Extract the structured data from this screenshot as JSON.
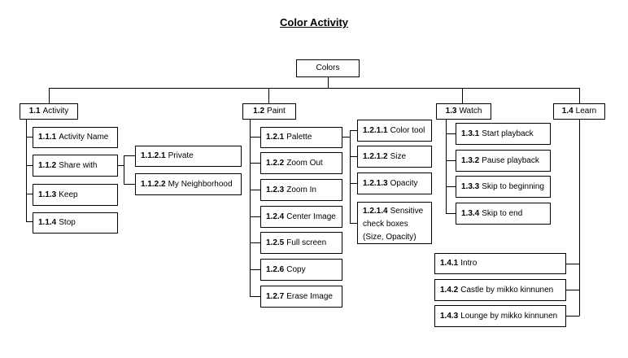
{
  "title": "Color Activity",
  "root": "Colors",
  "branches": [
    {
      "num": "1.1",
      "label": "Activity",
      "children": [
        {
          "num": "1.1.1",
          "label": "Activity Name"
        },
        {
          "num": "1.1.2",
          "label": "Share with",
          "children": [
            {
              "num": "1.1.2.1",
              "label": "Private"
            },
            {
              "num": "1.1.2.2",
              "label": "My Neighborhood"
            }
          ]
        },
        {
          "num": "1.1.3",
          "label": "Keep"
        },
        {
          "num": "1.1.4",
          "label": "Stop"
        }
      ]
    },
    {
      "num": "1.2",
      "label": "Paint",
      "children": [
        {
          "num": "1.2.1",
          "label": "Palette",
          "children": [
            {
              "num": "1.2.1.1",
              "label": "Color tool"
            },
            {
              "num": "1.2.1.2",
              "label": "Size"
            },
            {
              "num": "1.2.1.3",
              "label": "Opacity"
            },
            {
              "num": "1.2.1.4",
              "label": "Sensitive check boxes (Size, Opacity)"
            }
          ]
        },
        {
          "num": "1.2.2",
          "label": "Zoom Out"
        },
        {
          "num": "1.2.3",
          "label": "Zoom In"
        },
        {
          "num": "1.2.4",
          "label": "Center Image"
        },
        {
          "num": "1.2.5",
          "label": "Full screen"
        },
        {
          "num": "1.2.6",
          "label": "Copy"
        },
        {
          "num": "1.2.7",
          "label": "Erase Image"
        }
      ]
    },
    {
      "num": "1.3",
      "label": "Watch",
      "children": [
        {
          "num": "1.3.1",
          "label": "Start playback"
        },
        {
          "num": "1.3.2",
          "label": "Pause playback"
        },
        {
          "num": "1.3.3",
          "label": "Skip to beginning"
        },
        {
          "num": "1.3.4",
          "label": "Skip to end"
        }
      ]
    },
    {
      "num": "1.4",
      "label": "Learn",
      "children": [
        {
          "num": "1.4.1",
          "label": "Intro"
        },
        {
          "num": "1.4.2",
          "label": "Castle by mikko kinnunen"
        },
        {
          "num": "1.4.3",
          "label": "Lounge by mikko kinnunen"
        }
      ]
    }
  ]
}
